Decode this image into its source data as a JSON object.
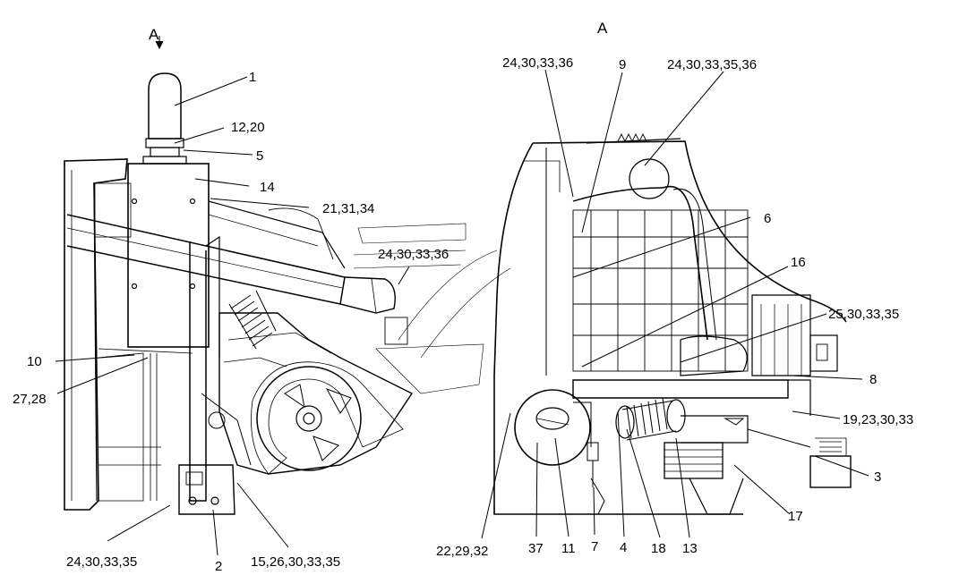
{
  "view_marks": {
    "left_arrow_letter": "A",
    "right_view_letter": "A"
  },
  "callouts": {
    "c1": "1",
    "c12_20": "12,20",
    "c5": "5",
    "c14": "14",
    "c21_31_34": "21,31,34",
    "c24_30_33_36_mid": "24,30,33,36",
    "c10": "10",
    "c27_28": "27,28",
    "c24_30_33_35_bottom": "24,30,33,35",
    "c2": "2",
    "c15_26_30_33_35": "15,26,30,33,35",
    "c24_30_33_36_top": "24,30,33,36",
    "c9": "9",
    "c24_30_33_35_36": "24,30,33,35,36",
    "c6": "6",
    "c16": "16",
    "c25_30_33_35": "25,30,33,35",
    "c8": "8",
    "c19_23_30_33": "19,23,30,33",
    "c3": "3",
    "c17": "17",
    "c22_29_32": "22,29,32",
    "c37": "37",
    "c11": "11",
    "c7": "7",
    "c4": "4",
    "c18": "18",
    "c13": "13"
  }
}
